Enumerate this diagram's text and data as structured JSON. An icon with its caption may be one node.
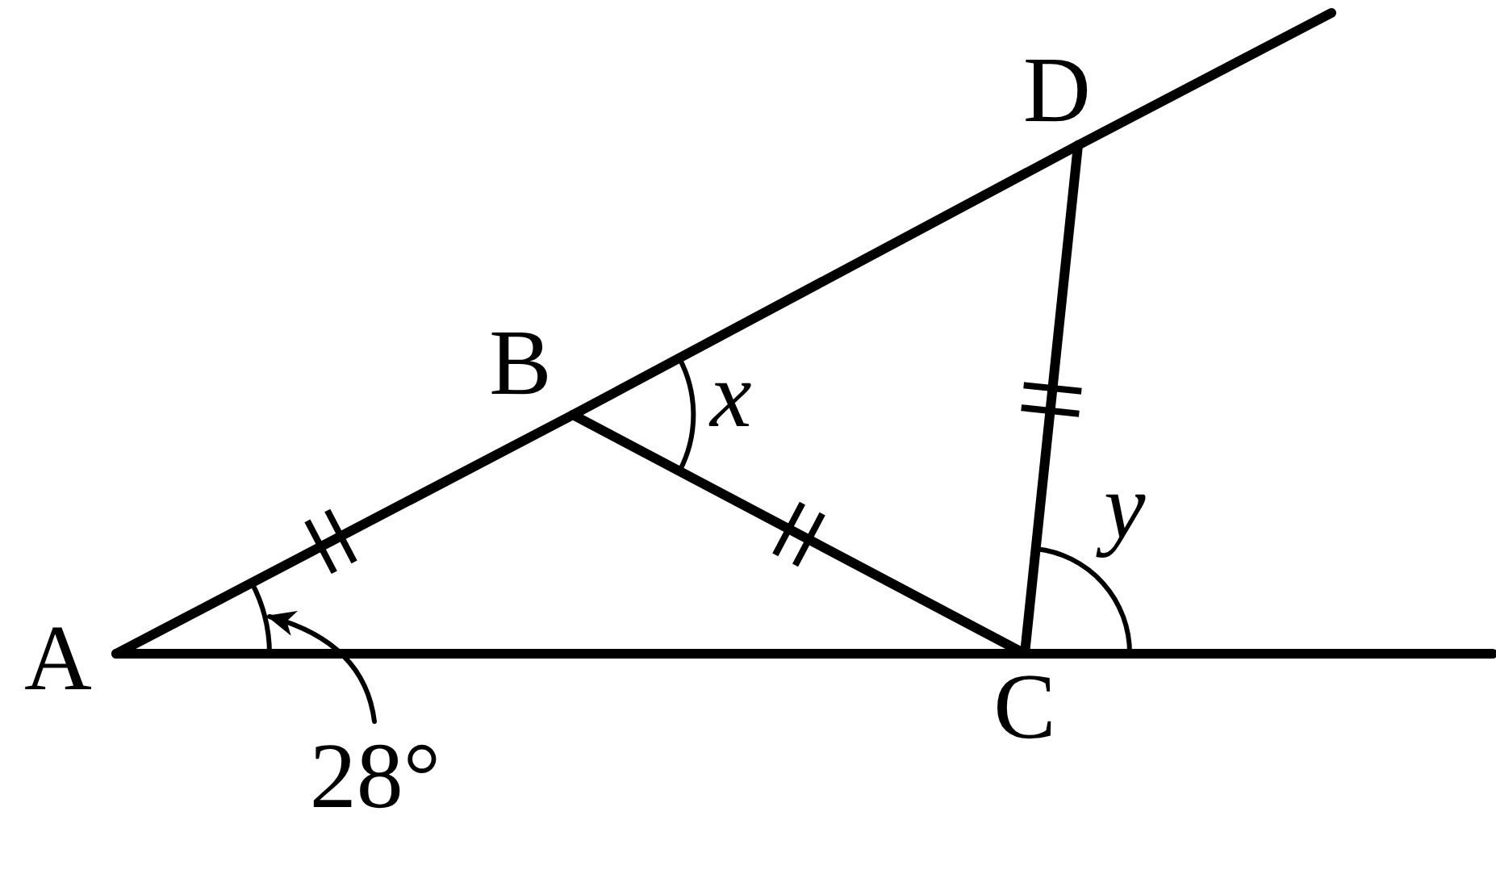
{
  "diagram": {
    "nodes": [
      {
        "text": [
          "A"
        ]
      },
      {
        "text": [
          "B"
        ]
      },
      {
        "text": [
          "C"
        ]
      },
      {
        "text": [
          "D"
        ]
      },
      {
        "text": [
          "28°"
        ]
      },
      {
        "text": [],
        "shape": "arc"
      }
    ],
    "edges": [
      {
        "from": 0,
        "to": 1,
        "arrow": "none"
      },
      {
        "from": 1,
        "to": 3,
        "arrow": "none"
      },
      {
        "from": 0,
        "to": 2,
        "arrow": "none"
      },
      {
        "from": 1,
        "to": 2,
        "arrow": "none"
      },
      {
        "from": 3,
        "to": null,
        "arrow": "none"
      },
      {
        "from": 2,
        "to": 3,
        "arrow": "none"
      },
      {
        "from": 2,
        "to": null,
        "arrow": "none"
      },
      {
        "from": 4,
        "to": 5,
        "arrow": "to"
      }
    ],
    "labels": [
      "x",
      "y"
    ]
  }
}
